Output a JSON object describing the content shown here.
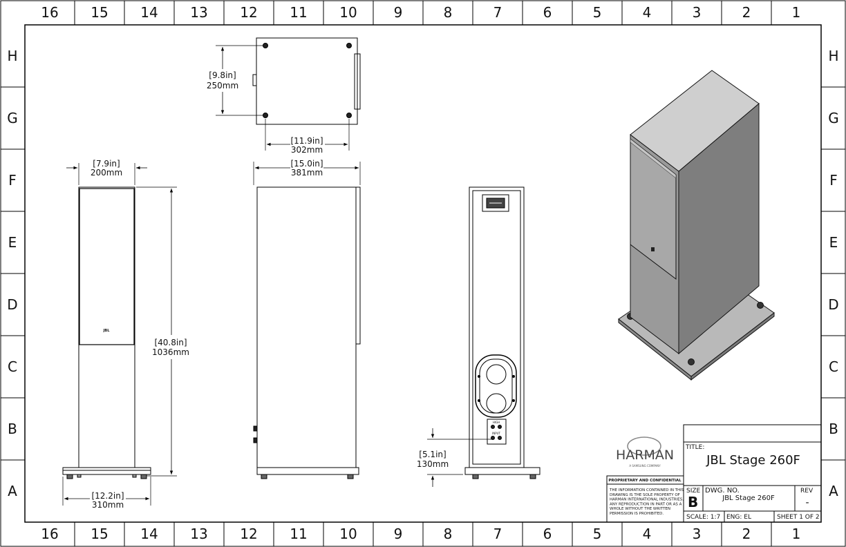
{
  "border": {
    "columns": [
      "16",
      "15",
      "14",
      "13",
      "12",
      "11",
      "10",
      "9",
      "8",
      "7",
      "6",
      "5",
      "4",
      "3",
      "2",
      "1"
    ],
    "rows": [
      "H",
      "G",
      "F",
      "E",
      "D",
      "C",
      "B",
      "A"
    ]
  },
  "dimensions": {
    "top_depth_in": "[9.8in]",
    "top_depth_mm": "250mm",
    "top_width_in": "[11.9in]",
    "top_width_mm": "302mm",
    "front_width_in": "[7.9in]",
    "front_width_mm": "200mm",
    "side_depth_in": "[15.0in]",
    "side_depth_mm": "381mm",
    "height_in": "[40.8in]",
    "height_mm": "1036mm",
    "base_width_in": "[12.2in]",
    "base_width_mm": "310mm",
    "terminal_height_in": "[5.1in]",
    "terminal_height_mm": "130mm"
  },
  "views": {
    "front_logo": "JBL",
    "rear_label_top": "HIGH",
    "rear_label_bottom": "INPUT"
  },
  "title_block": {
    "logo": "HARMAN",
    "logo_sub": "A SAMSUNG COMPANY",
    "proprietary_heading": "PROPRIETARY AND CONFIDENTIAL",
    "proprietary_lines": [
      "THE INFORMATION CONTAINED IN THIS",
      "DRAWING IS THE SOLE PROPERTY OF",
      "HARMAN INTERNATIONAL INDUSTRIES.",
      "ANY REPRODUCTION IN PART OR AS A",
      "WHOLE WITHOUT THE WRITTEN",
      "PERMISSION IS PROHIBITED."
    ],
    "title_label": "TITLE:",
    "title": "JBL Stage 260F",
    "size_label": "SIZE",
    "size": "B",
    "dwg_label": "DWG.  NO.",
    "dwg_no": "JBL Stage 260F",
    "rev_label": "REV",
    "rev": "-",
    "scale": "SCALE: 1:7",
    "eng": "ENG: EL",
    "sheet": "SHEET 1 OF 2"
  }
}
